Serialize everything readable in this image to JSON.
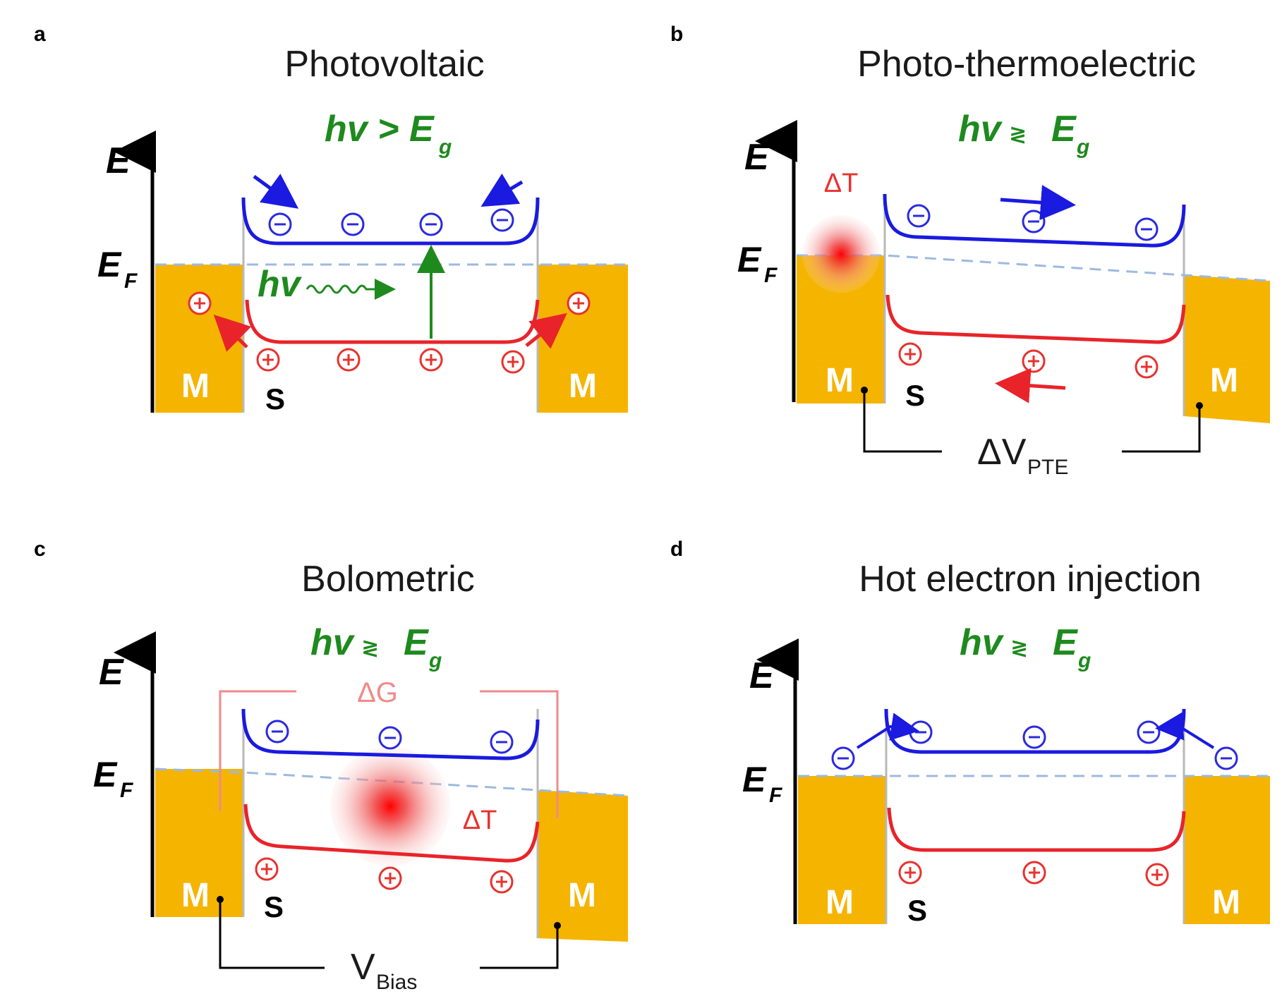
{
  "panels": [
    {
      "letter": "a",
      "title": "Photovoltaic",
      "photon": {
        "main": "hv > E",
        "sub": "g"
      },
      "photon_label": "hv"
    },
    {
      "letter": "b",
      "title": "Photo-thermoelectric",
      "photon": {
        "main": "hv",
        "rel": "≷",
        "E": "E",
        "sub": "g"
      },
      "delta_t": "ΔT",
      "voltage": {
        "main": "ΔV",
        "sub": "PTE"
      }
    },
    {
      "letter": "c",
      "title": "Bolometric",
      "photon": {
        "main": "hv",
        "rel": "≷",
        "E": "E",
        "sub": "g"
      },
      "delta_g": "ΔG",
      "delta_t": "ΔT",
      "voltage": {
        "main": "V",
        "sub": "Bias"
      }
    },
    {
      "letter": "d",
      "title": "Hot electron injection",
      "photon": {
        "main": "hv",
        "rel": "≷",
        "E": "E",
        "sub": "g"
      }
    }
  ],
  "common": {
    "energy_axis": "E",
    "fermi_label": {
      "main": "E",
      "sub": "F"
    },
    "metal_label": "M",
    "semiconductor_label": "S"
  },
  "colors": {
    "metal": "#f5b400",
    "conduction_band": "#1a1ae0",
    "valence_band": "#e8242a",
    "fermi_level": "#9db9e0",
    "photon": "#1e8a1e",
    "heat": "#e8322e"
  },
  "icons": [
    "energy-axis-arrow",
    "electron-minus-circle",
    "hole-plus-circle",
    "photon-wavy-arrow",
    "heat-spot-gradient"
  ]
}
